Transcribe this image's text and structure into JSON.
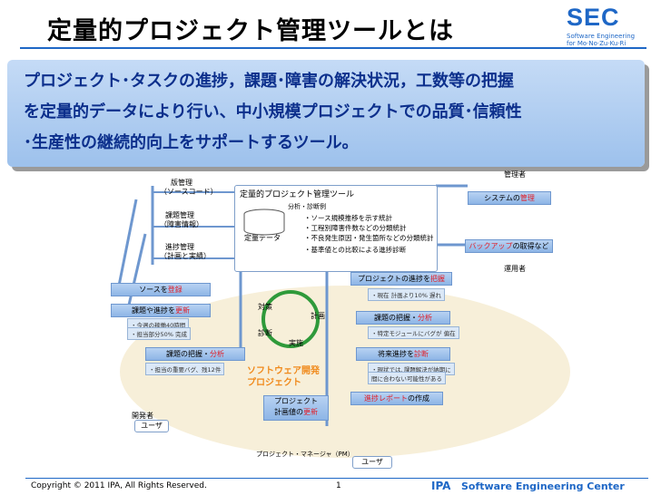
{
  "header": {
    "title": "定量的プロジェクト管理ツールとは",
    "logo": "SEC",
    "logo_sub1": "Software Engineering",
    "logo_sub2": "for Mo·No·Zu·Ku·Ri"
  },
  "banner": {
    "line1": "プロジェクト･タスクの進捗，課題･障害の解決状況，工数等の把握",
    "line2": "を定量的データにより行い、中小規模プロジェクトでの品質･信頼性",
    "line3": "･生産性の継続的向上をサポートするツール。"
  },
  "left_stores": [
    {
      "title": "版管理",
      "sub": "（ソースコード）"
    },
    {
      "title": "課題管理",
      "sub": "（障害情報）"
    },
    {
      "title": "進捗管理",
      "sub": "（計画と実績）"
    }
  ],
  "tool": {
    "title": "定量的プロジェクト管理ツール",
    "data_label": "定量データ",
    "analysis_heading": "分析・診断例",
    "analysis_items": [
      "・ソース規模推移を示す統計",
      "・工程別障害件数などの分類統計",
      "・不良発生原因・発生箇所などの分類統計",
      "・基準値との比較による進捗診断"
    ]
  },
  "admin": {
    "role": "管理者",
    "system_pre": "システムの",
    "system_red": "管理",
    "backup_pre": "バックアップ",
    "backup_post": "の取得など",
    "operator": "運用者"
  },
  "right_flow": {
    "progress_pre": "プロジェクトの進捗を",
    "progress_red": "把握",
    "progress_note": "・現在 計画より10% 遅れ",
    "issue_pre": "課題の把握・",
    "issue_red": "分析",
    "issue_note": "・特定モジュールにバグが 偏在",
    "forecast_pre": "将来進捗を",
    "forecast_red": "診断",
    "forecast_note1": "・現状では､課題解決が納期に",
    "forecast_note2": "間に合わない可能性がある",
    "report_red": "進捗レポート",
    "report_post": "の作成"
  },
  "left_flow": {
    "source_pre": "ソースを",
    "source_red": "登録",
    "issue_pre": "課題や進捗を",
    "issue_red": "更新",
    "issue_note1": "・今週の稼働40時間",
    "issue_note2": "・担当部分50% 完成",
    "grasp_pre": "課題の把握・",
    "grasp_red": "分析",
    "grasp_note": "・担当の重要バグ、残12件"
  },
  "cycle": {
    "countermeasure": "対策",
    "plan": "計画",
    "diagnose": "診断",
    "execute": "実施",
    "project_line1": "ソフトウェア開発",
    "project_line2": "プロジェクト"
  },
  "pm": {
    "plan_line1": "プロジェクト",
    "plan_pre": "計画値の",
    "plan_red": "更新",
    "role": "プロジェクト・マネージャ（PM）",
    "user": "ユーザ"
  },
  "developer": {
    "role": "開発者",
    "user": "ユーザ"
  },
  "footer": {
    "copyright": "Copyright © 2011 IPA, All Rights Reserved.",
    "page": "1",
    "ipa": "IPA",
    "center": "Software Engineering Center"
  },
  "colors": {
    "accent": "#1e67c6",
    "highlight_red": "#e0202a",
    "banner_text": "#0c2f8c",
    "project_orange": "#f08a1c"
  }
}
